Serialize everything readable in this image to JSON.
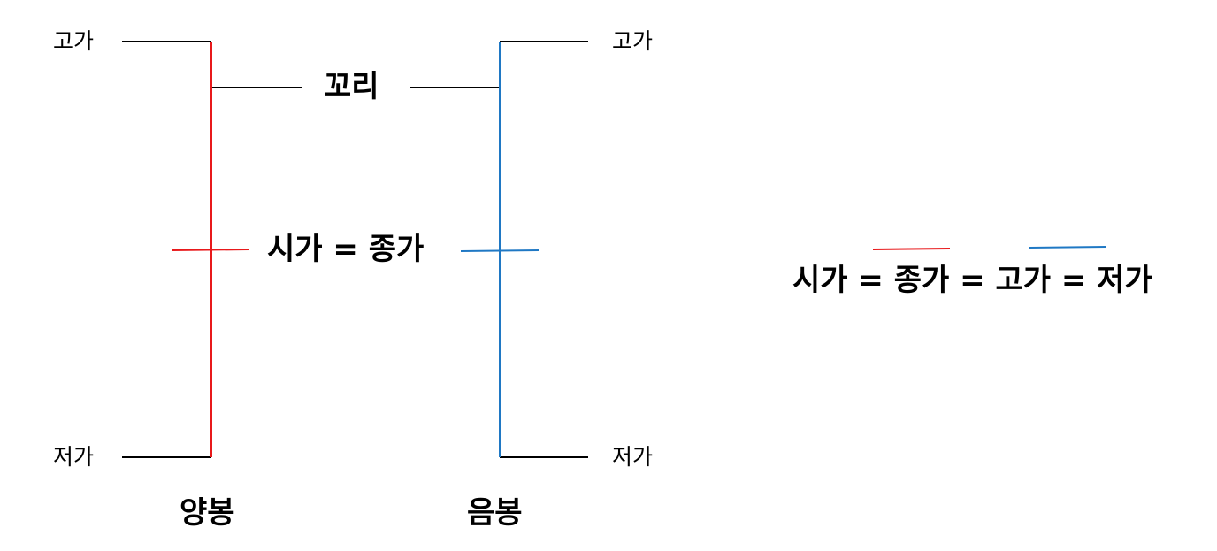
{
  "colors": {
    "red": "#e8191b",
    "blue": "#1f78c4",
    "black": "#000000"
  },
  "bullish": {
    "name": "양봉",
    "high": "고가",
    "low": "저가"
  },
  "bearish": {
    "name": "음봉",
    "high": "고가",
    "low": "저가"
  },
  "tail_label": "꼬리",
  "open_close_label": "시가 = 종가",
  "all_equal_label": "시가 = 종가 = 고가 = 저가"
}
